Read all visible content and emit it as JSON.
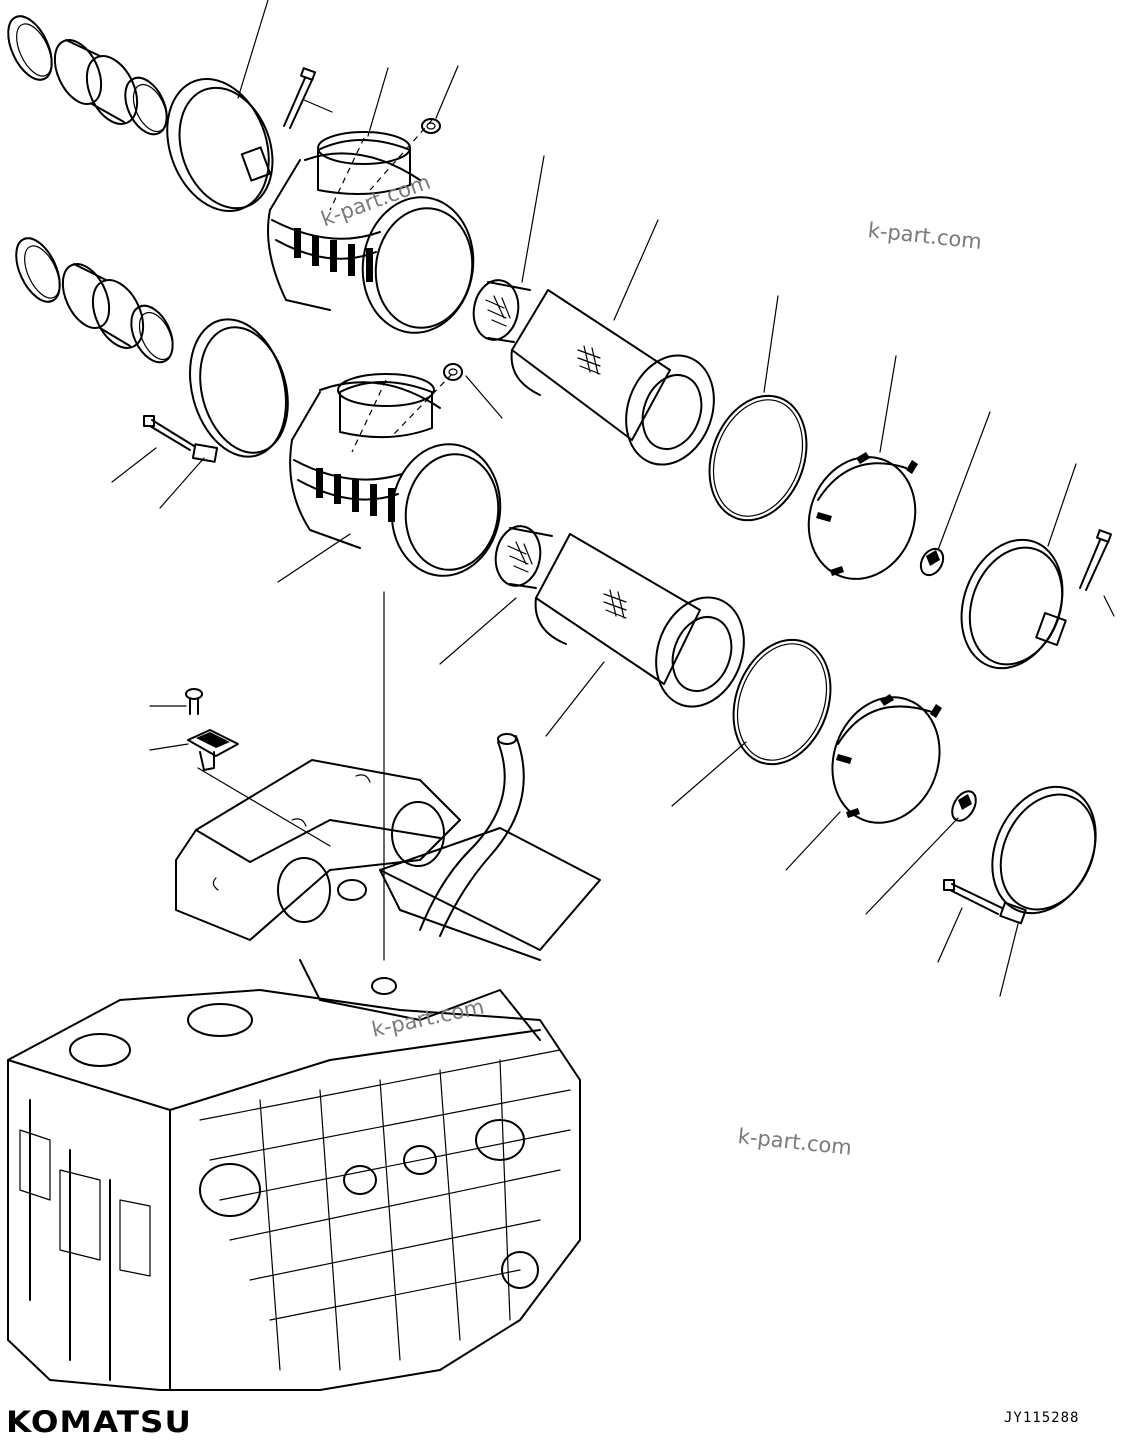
{
  "watermarks": [
    "k-part.com",
    "k-part.com",
    "k-part.com",
    "k-part.com"
  ],
  "brand": "KOMATSU",
  "drawing_number": "JY115288"
}
